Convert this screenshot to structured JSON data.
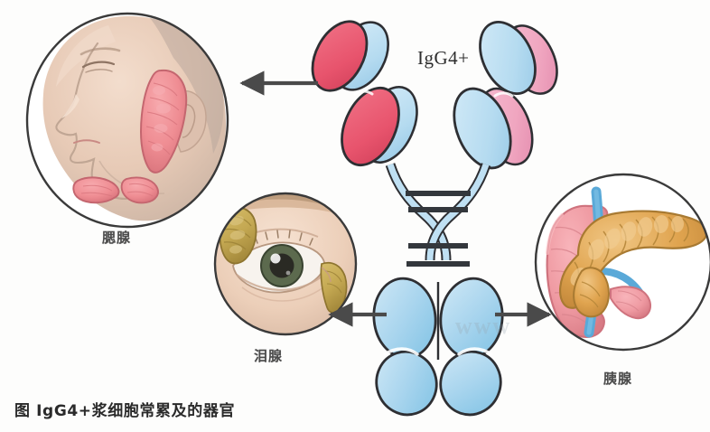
{
  "figure": {
    "caption": "图 IgG4+浆细胞常累及的器官",
    "antibody_label": "IgG4+",
    "watermark_text": "www"
  },
  "organs": [
    {
      "id": "parotid",
      "label": "腮腺",
      "description": "profile-face-with-parotid-and-submandibular-glands",
      "arrow_direction": "left"
    },
    {
      "id": "lacrimal",
      "label": "泪腺",
      "description": "eye-with-lacrimal-gland",
      "arrow_direction": "left"
    },
    {
      "id": "pancreas",
      "label": "胰腺",
      "description": "pancreas-with-duodenum-and-vessels",
      "arrow_direction": "right"
    }
  ],
  "colors": {
    "heavy_chain_red": "#e8546d",
    "heavy_chain_pink": "#f0a6c0",
    "light_chain_blue": "#aed8ef",
    "fc_blue": "#9ecfea",
    "outline": "#2e2f33",
    "arrow": "#4a4a4a",
    "skin": "#e9cdbb",
    "gland_pink": "#ef8d93",
    "lacrimal_olive": "#c4a852",
    "pancreas_tan": "#e0a34e",
    "duodenum_pink": "#ef9aa2",
    "vessel_blue": "#5aa9d8",
    "vessel_red": "#c0392b",
    "background": "#fdfdfc"
  }
}
